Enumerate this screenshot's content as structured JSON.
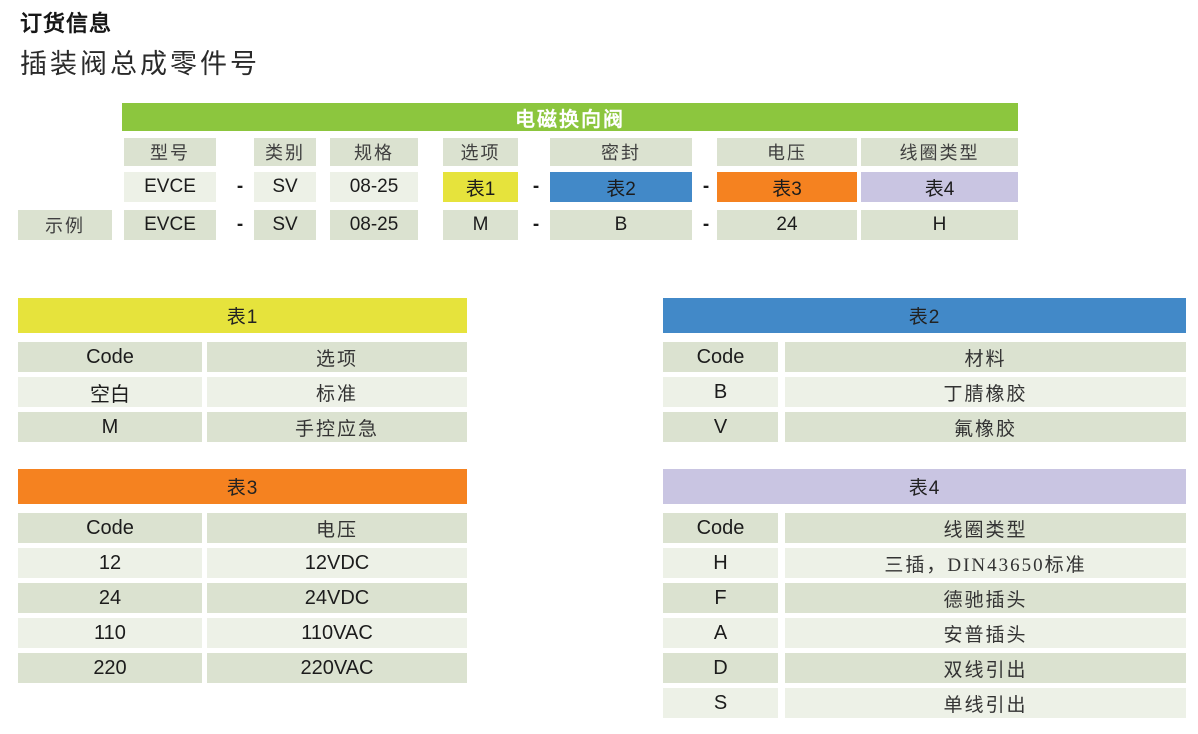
{
  "page": {
    "title": "订货信息",
    "subtitle": "插装阀总成零件号"
  },
  "colors": {
    "green_header": "#8cc63e",
    "yellow": "#e6e33c",
    "blue": "#4289c8",
    "orange": "#f58220",
    "purple": "#c9c5e2",
    "row_dark": "#dbe2d0",
    "row_light": "#edf1e7",
    "text": "#1f1f1f"
  },
  "top_table": {
    "title": "电磁换向阀",
    "dash": "-",
    "headers": {
      "model": "型号",
      "category": "类别",
      "size": "规格",
      "option": "选项",
      "seal": "密封",
      "voltage": "电压",
      "coil": "线圈类型"
    },
    "code_row": {
      "model": "EVCE",
      "category": "SV",
      "size": "08-25",
      "option": "表1",
      "seal": "表2",
      "voltage": "表3",
      "coil": "表4"
    },
    "example_label": "示例",
    "example_row": {
      "model": "EVCE",
      "category": "SV",
      "size": "08-25",
      "option": "M",
      "seal": "B",
      "voltage": "24",
      "coil": "H"
    }
  },
  "table1": {
    "title": "表1",
    "rows": [
      {
        "code": "Code",
        "desc": "选项"
      },
      {
        "code": "空白",
        "desc": "标准"
      },
      {
        "code": "M",
        "desc": "手控应急"
      }
    ]
  },
  "table2": {
    "title": "表2",
    "rows": [
      {
        "code": "Code",
        "desc": "材料"
      },
      {
        "code": "B",
        "desc": "丁腈橡胶"
      },
      {
        "code": "V",
        "desc": "氟橡胶"
      }
    ]
  },
  "table3": {
    "title": "表3",
    "rows": [
      {
        "code": "Code",
        "desc": "电压"
      },
      {
        "code": "12",
        "desc": "12VDC"
      },
      {
        "code": "24",
        "desc": "24VDC"
      },
      {
        "code": "110",
        "desc": "110VAC"
      },
      {
        "code": "220",
        "desc": "220VAC"
      }
    ]
  },
  "table4": {
    "title": "表4",
    "rows": [
      {
        "code": "Code",
        "desc": "线圈类型"
      },
      {
        "code": "H",
        "desc": "三插，DIN43650标准"
      },
      {
        "code": "F",
        "desc": "德驰插头"
      },
      {
        "code": "A",
        "desc": "安普插头"
      },
      {
        "code": "D",
        "desc": "双线引出"
      },
      {
        "code": "S",
        "desc": "单线引出"
      }
    ]
  }
}
